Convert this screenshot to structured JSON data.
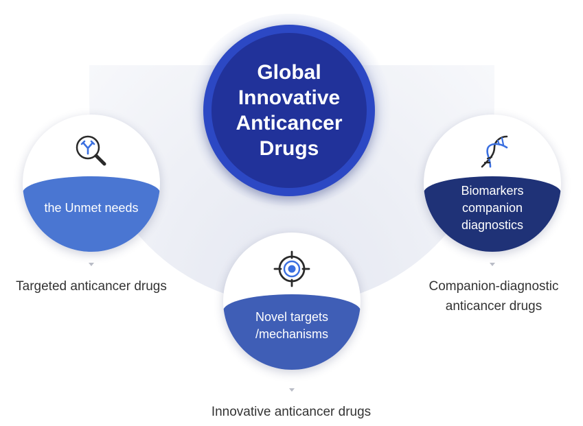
{
  "center": {
    "title": "Global Innovative Anticancer Drugs",
    "color": "#21329a"
  },
  "nodes": [
    {
      "label": "the Unmet needs",
      "icon": "antibody-magnifier-icon",
      "color": "#4a76d2",
      "caption": "Targeted anticancer drugs"
    },
    {
      "label": "Novel targets /mechanisms",
      "icon": "target-icon",
      "color": "#3f5eb6",
      "caption": "Innovative anticancer drugs"
    },
    {
      "label": "Biomarkers companion diagnostics",
      "icon": "dna-icon",
      "color": "#1f3277",
      "caption": "Companion-diagnostic anticancer drugs"
    }
  ]
}
